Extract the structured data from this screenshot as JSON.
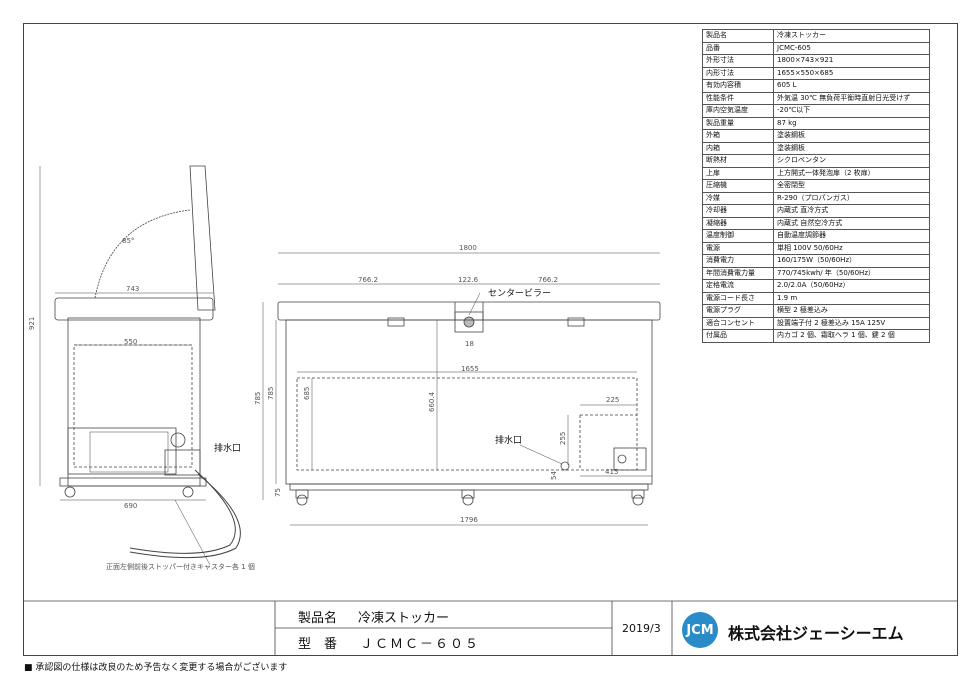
{
  "specs": [
    {
      "k": "製品名",
      "v": "冷凍ストッカー"
    },
    {
      "k": "品番",
      "v": "JCMC-605"
    },
    {
      "k": "外形寸法",
      "v": "1800×743×921"
    },
    {
      "k": "内形寸法",
      "v": "1655×550×685"
    },
    {
      "k": "有効内容積",
      "v": "605 L"
    },
    {
      "k": "性能条件",
      "v": "外気温 30℃ 無負荷平衡時直射日光受けず"
    },
    {
      "k": "庫内空気温度",
      "v": "-20℃以下"
    },
    {
      "k": "製品重量",
      "v": "87 kg"
    },
    {
      "k": "外箱",
      "v": "塗装鋼板"
    },
    {
      "k": "内箱",
      "v": "塗装鋼板"
    },
    {
      "k": "断熱材",
      "v": "シクロペンタン"
    },
    {
      "k": "上扉",
      "v": "上方開式一体発泡扉（2 枚扉）"
    },
    {
      "k": "圧縮機",
      "v": "全密閉型"
    },
    {
      "k": "冷媒",
      "v": "R-290（プロパンガス）"
    },
    {
      "k": "冷却器",
      "v": "内蔵式 直冷方式"
    },
    {
      "k": "凝縮器",
      "v": "内蔵式 自然空冷方式"
    },
    {
      "k": "温度制御",
      "v": "自動温度調節器"
    },
    {
      "k": "電源",
      "v": "単相 100V 50/60Hz"
    },
    {
      "k": "消費電力",
      "v": "160/175W（50/60Hz）"
    },
    {
      "k": "年間消費電力量",
      "v": "770/745kwh/ 年（50/60Hz）"
    },
    {
      "k": "定格電流",
      "v": "2.0/2.0A（50/60Hz）"
    },
    {
      "k": "電源コード長さ",
      "v": "1.9 m"
    },
    {
      "k": "電源プラグ",
      "v": "横型 2 極差込み"
    },
    {
      "k": "適合コンセント",
      "v": "設置端子付 2 極差込み 15A 125V"
    },
    {
      "k": "付属品",
      "v": "内カゴ 2 個、霜取ヘラ 1 個、鍵 2 個"
    }
  ],
  "drawing": {
    "side": {
      "angle": "85°",
      "width_outer": "743",
      "width_inner": "550",
      "width_base": "690",
      "height_total": "921",
      "drain_label": "排水口",
      "caster_note": "正面左側前後ストッパー付きキャスター各 1 個"
    },
    "front": {
      "width_total": "1800",
      "lid_left": "766.2",
      "center_gap": "122.6",
      "lid_right": "766.2",
      "center_pillar": "センタービラー",
      "gap_small": "18",
      "inner_width": "1655",
      "height_outer": "785",
      "height_inner": "685",
      "height_mid": "660.4",
      "step_width": "225",
      "step_height": "255",
      "drain_offset": "54",
      "right_section": "415",
      "base_height": "75",
      "base_width": "1796",
      "drain_label": "排水口"
    }
  },
  "titleblock": {
    "name_label": "製品名",
    "name_value": "冷凍ストッカー",
    "model_label": "型　番",
    "model_value": "ＪＣＭＣ－６０５",
    "date": "2019/3",
    "logo": "JCM",
    "company": "株式会社ジェーシーエム"
  },
  "footnote": "■ 承認図の仕様は改良のため予告なく変更する場合がございます"
}
